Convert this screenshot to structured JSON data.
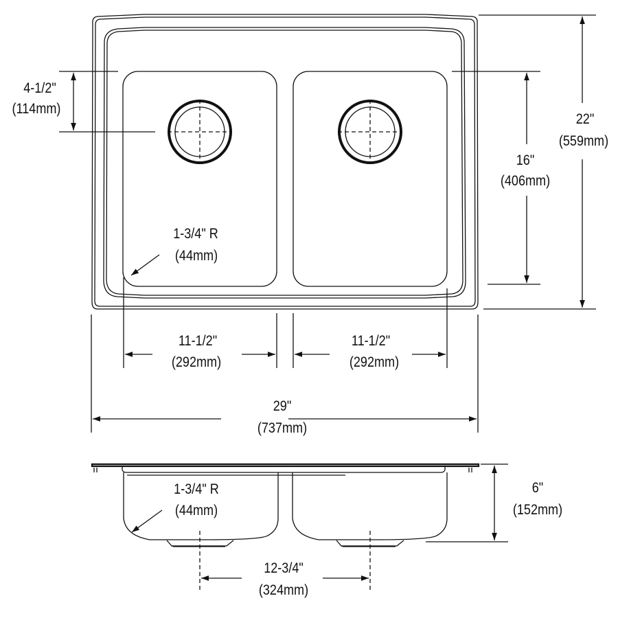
{
  "diagram": {
    "type": "double-bowl sink dimension drawing",
    "line_color": "#111111",
    "background": "#ffffff",
    "top_view": {
      "dimensions": {
        "drain_offset": {
          "imperial": "4-1/2\"",
          "metric": "(114mm)"
        },
        "bowl_length": {
          "imperial": "16\"",
          "metric": "(406mm)"
        },
        "overall_length": {
          "imperial": "22\"",
          "metric": "(559mm)"
        },
        "corner_radius": {
          "imperial": "1-3/4\" R",
          "metric": "(44mm)"
        },
        "left_bowl_width": {
          "imperial": "11-1/2\"",
          "metric": "(292mm)"
        },
        "right_bowl_width": {
          "imperial": "11-1/2\"",
          "metric": "(292mm)"
        },
        "overall_width": {
          "imperial": "29\"",
          "metric": "(737mm)"
        }
      }
    },
    "side_view": {
      "dimensions": {
        "corner_radius": {
          "imperial": "1-3/4\" R",
          "metric": "(44mm)"
        },
        "depth": {
          "imperial": "6\"",
          "metric": "(152mm)"
        },
        "drain_spacing": {
          "imperial": "12-3/4\"",
          "metric": "(324mm)"
        }
      }
    }
  }
}
